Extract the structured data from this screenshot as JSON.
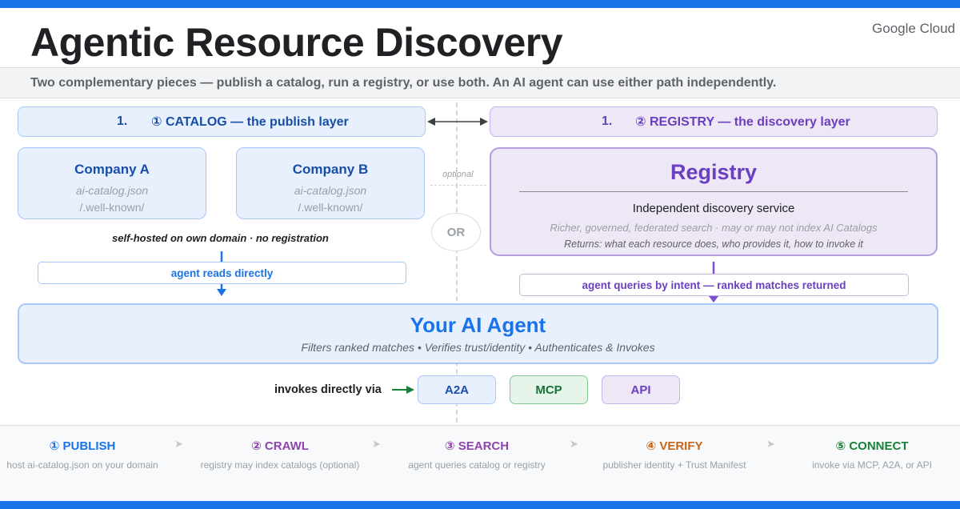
{
  "header": {
    "title": "Agentic Resource Discovery",
    "brand": "Google Cloud",
    "subtitle": "Two complementary pieces — publish a catalog, run a registry, or use both. An AI agent can use either path independently."
  },
  "catalog_layer": {
    "number": "1.",
    "label": "① CATALOG  —  the publish layer",
    "companies": [
      {
        "name": "Company A",
        "file": "ai-catalog.json",
        "path": "/.well-known/"
      },
      {
        "name": "Company B",
        "file": "ai-catalog.json",
        "path": "/.well-known/"
      }
    ],
    "self_hosted_note": "self-hosted on own domain  ·  no registration",
    "agent_reads": "agent reads directly"
  },
  "registry_layer": {
    "number": "1.",
    "label": "② REGISTRY  —  the discovery layer",
    "title": "Registry",
    "subtitle": "Independent discovery service",
    "search_note": "Richer, governed, federated search  ·  may or may not index AI Catalogs",
    "returns_note": "Returns: what each resource does, who provides it, how to invoke it",
    "agent_queries": "agent queries by intent — ranked matches returned"
  },
  "connector": {
    "optional": "optional",
    "or": "OR"
  },
  "agent": {
    "title": "Your AI Agent",
    "subtitle": "Filters ranked matches • Verifies trust/identity • Authenticates & Invokes"
  },
  "invoke": {
    "label": "invokes directly via",
    "protocols": [
      "A2A",
      "MCP",
      "API"
    ]
  },
  "steps": [
    {
      "title": "① PUBLISH",
      "desc": "host ai-catalog.json on your domain"
    },
    {
      "title": "② CRAWL",
      "desc": "registry may index catalogs (optional)"
    },
    {
      "title": "③ SEARCH",
      "desc": "agent queries catalog or registry"
    },
    {
      "title": "④ VERIFY",
      "desc": "publisher identity + Trust Manifest"
    },
    {
      "title": "⑤ CONNECT",
      "desc": "invoke via MCP, A2A, or API"
    }
  ],
  "colors": {
    "accent_blue": "#1a73e8",
    "registry_purple": "#6a3fc0",
    "mcp_green": "#137333",
    "verify_orange": "#c5661a"
  }
}
